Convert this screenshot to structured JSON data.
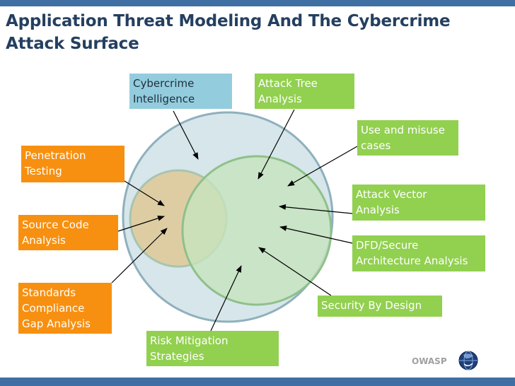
{
  "title": "Application Threat Modeling And The Cybercrime Attack Surface",
  "labels": {
    "cybercrime_intelligence": "Cybercrime\nIntelligence",
    "attack_tree_analysis": "Attack Tree\nAnalysis",
    "use_and_misuse_cases": "Use and misuse\ncases",
    "penetration_testing": "Penetration\nTesting",
    "attack_vector_analysis": "Attack Vector\nAnalysis",
    "source_code_analysis": "Source Code\nAnalysis",
    "dfd_secure_architecture_analysis": "DFD/Secure\nArchitecture  Analysis",
    "standards_compliance_gap_analysis": "Standards\nCompliance\nGap Analysis",
    "security_by_design": "Security By Design",
    "risk_mitigation_strategies": "Risk Mitigation\nStrategies"
  },
  "footer": {
    "brand": "OWASP"
  },
  "colors": {
    "header_bar": "#3f6fa3",
    "title": "#243f60",
    "blue_box": "#93cddd",
    "green_box": "#92d050",
    "orange_box": "#f79010",
    "outer_circle": "#d6e6ea",
    "tan_circle": "#dfc896",
    "green_circle": "#c6e4bd"
  }
}
